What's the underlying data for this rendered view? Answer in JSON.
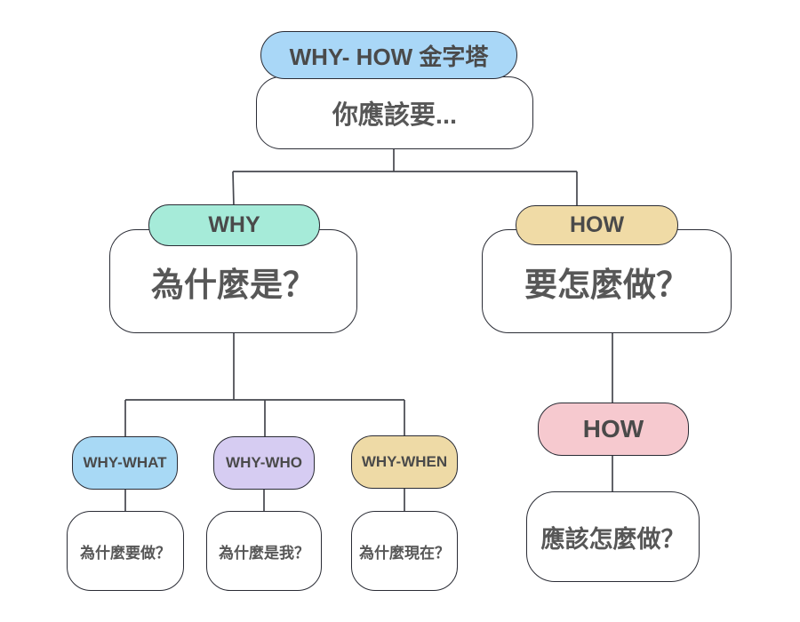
{
  "diagram": {
    "type": "tree-flowchart",
    "title": "WHY- HOW 金字塔",
    "colors": {
      "background": "#ffffff",
      "border": "#2a2c35",
      "connector": "#45474e",
      "text": "#575757",
      "tag_text": "#4a4a4a",
      "node_fills": {
        "root_tag": "#a9d7f7",
        "why_tag": "#a6ebd9",
        "how_tag": "#f0dba6",
        "why_what_tag": "#a8d9f5",
        "why_who_tag": "#d6ccf2",
        "why_when_tag": "#eedaa6",
        "how_sub_tag": "#f6c9cf",
        "body_fill": "#ffffff"
      }
    },
    "nodes": {
      "root": {
        "tag": "WHY- HOW 金字塔",
        "body": "你應該要..."
      },
      "why": {
        "tag": "WHY",
        "body": "為什麼是？"
      },
      "how": {
        "tag": "HOW",
        "body": "要怎麼做？"
      },
      "why_what": {
        "tag": "WHY-WHAT",
        "body": "為什麼要做？"
      },
      "why_who": {
        "tag": "WHY-WHO",
        "body": "為什麼是我？"
      },
      "why_when": {
        "tag": "WHY-WHEN",
        "body": "為什麼現在？"
      },
      "how_sub": {
        "tag": "HOW",
        "body": "應該怎麼做？"
      }
    }
  }
}
